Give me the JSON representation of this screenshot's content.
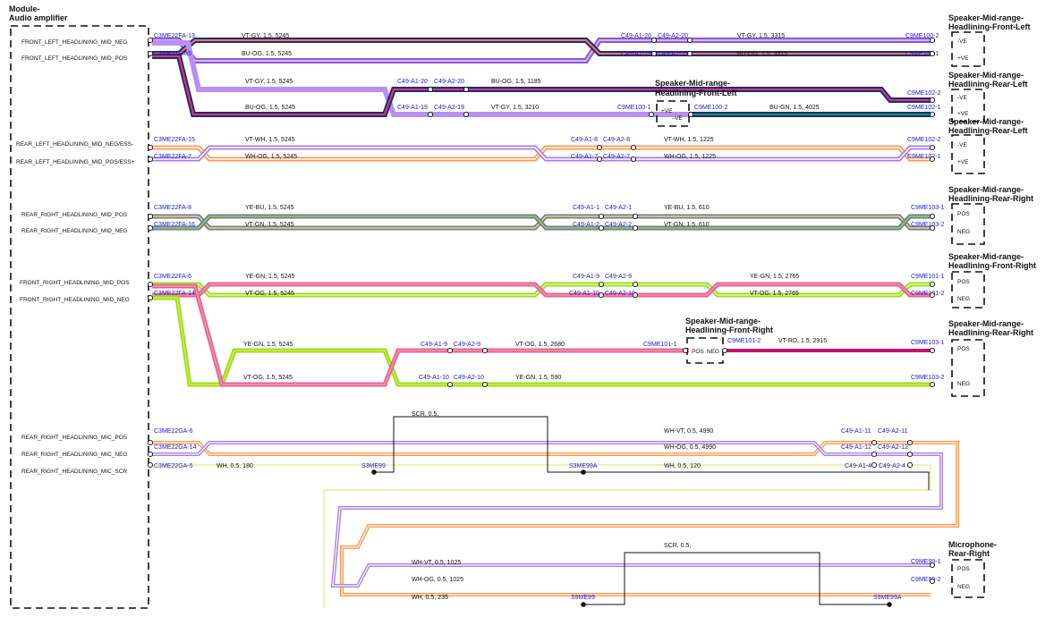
{
  "module": {
    "title_line1": "Module-",
    "title_line2": "Audio amplifier"
  },
  "module_pins": [
    "FRONT_LEFT_HEADLINING_MID_NEG",
    "FRONT_LEFT_HEADLINING_MID_POS",
    "REAR_LEFT_HEADLINING_MID_NEG/ESS-",
    "REAR_LEFT_HEADLINING_MID_POS/ESS+",
    "REAR_RIGHT_HEADLINING_MID_POS",
    "REAR_RIGHT_HEADLINING_MID_NEG",
    "FRONT_RIGHT_HEADLINING_MID_POS",
    "FRONT_RIGHT_HEADLINING_MID_NEG",
    "REAR_RIGHT_HEADLINING_MIC_POS",
    "REAR_RIGHT_HEADLINING_MIC_NEG",
    "REAR_RIGHT_HEADLINING_MIC_SCR"
  ],
  "devices": {
    "fl": {
      "line1": "Speaker-Mid-range-",
      "line2": "Headlining-Front-Left",
      "pins": [
        "-VE",
        "+VE"
      ]
    },
    "rl": {
      "line1": "Speaker-Mid-range-",
      "line2": "Headlining-Rear-Left",
      "pins": [
        "-VE",
        "+VE"
      ]
    },
    "rl2": {
      "line1": "Speaker-Mid-range-",
      "line2": "Headlining-Rear-Left",
      "pins": [
        "-VE",
        "+VE"
      ]
    },
    "fl_inline": {
      "line1": "Speaker-Mid-range-",
      "line2": "Headlining-Front-Left",
      "pins": [
        "+VE",
        "-VE"
      ]
    },
    "rr": {
      "line1": "Speaker-Mid-range-",
      "line2": "Headlining-Rear-Right",
      "pins": [
        "POS",
        "NEG"
      ]
    },
    "fr": {
      "line1": "Speaker-Mid-range-",
      "line2": "Headlining-Front-Right",
      "pins": [
        "POS",
        "NEG"
      ]
    },
    "fr_inline": {
      "line1": "Speaker-Mid-range-",
      "line2": "Headlining-Front-Right",
      "pins": [
        "POS",
        "NEG"
      ]
    },
    "rr2": {
      "line1": "Speaker-Mid-range-",
      "line2": "Headlining-Rear-Right",
      "pins": [
        "POS",
        "NEG"
      ]
    },
    "mic": {
      "line1": "Microphone-",
      "line2": "Rear-Right",
      "pins": [
        "POS",
        "NEG"
      ]
    }
  },
  "connectors": {
    "c1": "C3ME22FA-13",
    "c2": "C3ME22FA-5",
    "c3": "C49-A1-20",
    "c4": "C49-A2-20",
    "c5": "C49-A1-19",
    "c6": "C49-A2-19",
    "c7": "C9ME100-2",
    "c8": "C9ME100-1",
    "c9": "C49-A1-20",
    "c10": "C49-A2-20",
    "c11": "C49-A1-19",
    "c12": "C49-A2-19",
    "c13": "C9ME100-1",
    "c14": "C9ME100-2",
    "c15": "C9ME102-2",
    "c16": "C9ME102-1",
    "c17": "C3ME22FA-15",
    "c18": "C3ME22FA-7",
    "c19": "C49-A1-8",
    "c20": "C49-A2-8",
    "c21": "C49-A1-7",
    "c22": "C49-A2-7",
    "c23": "C9ME102-2",
    "c24": "C9ME102-1",
    "c25": "C3ME22FA-8",
    "c26": "C3ME22FA-16",
    "c27": "C49-A1-1",
    "c28": "C49-A2-1",
    "c29": "C49-A1-2",
    "c30": "C49-A2-2",
    "c31": "C9ME103-1",
    "c32": "C9ME103-2",
    "c33": "C3ME22FA-6",
    "c34": "C3ME22FA-14",
    "c35": "C49-A1-9",
    "c36": "C49-A2-9",
    "c37": "C49-A1-10",
    "c38": "C49-A2-10",
    "c39": "C9ME101-1",
    "c40": "C9ME101-2",
    "c41": "C49-A1-9",
    "c42": "C49-A2-9",
    "c43": "C49-A1-10",
    "c44": "C49-A2-10",
    "c45": "C9ME101-1",
    "c46": "C9ME101-2",
    "c47": "C9ME103-1",
    "c48": "C9ME103-2",
    "c49": "C3ME22GA-6",
    "c50": "C3ME22GA-14",
    "c51": "C3ME22GA-5",
    "c52": "S3ME99",
    "c53": "S3ME99A",
    "c54": "C49-A1-11",
    "c55": "C49-A2-11",
    "c56": "C49-A1-12",
    "c57": "C49-A2-12",
    "c58": "C49-A1-4",
    "c59": "C49-A2-4",
    "c60": "C9ME99-1",
    "c61": "C9ME99-2",
    "c62": "S9ME99",
    "c63": "S9ME99A"
  },
  "wires": {
    "w1": "VT-GY,  1.5,  5245",
    "w2": "BU-OG,  1.5,  5245",
    "w3": "VT-GY,  1.5,  3315",
    "w4": "BU-OG,  1.5,  3315",
    "w5": "VT-GY,  1.5,  5245",
    "w6": "BU-OG,  1.5,  5245",
    "w7": "BU-OG,  1.5,  1185",
    "w8": "VT-GY,  1.5,  3210",
    "w9": "BU-GN,  1.5,  4025",
    "w10": "VT-WH,  1.5,  5245",
    "w11": "WH-OG,  1.5,  5245",
    "w12": "VT-WH,  1.5,  1225",
    "w13": "WH-OG,  1.5,  1225",
    "w14": "YE-BU,  1.5,  5245",
    "w15": "VT-GN,  1.5,  5245",
    "w16": "YE-BU,  1.5,  610",
    "w17": "VT-GN,  1.5,  610",
    "w18": "YE-GN,  1.5,  5245",
    "w19": "VT-OG,  1.5,  5245",
    "w20": "YE-GN,  1.5,  2765",
    "w21": "VT-OG,  1.5,  2765",
    "w22": "YE-GN,  1.5,  5245",
    "w23": "VT-OG,  1.5,  5245",
    "w24": "VT-OG,  1.5,  2680",
    "w25": "YE-GN,  1.5,  590",
    "w26": "VT-RD,  1.5,  2915",
    "w27": "SCR,  0.5,",
    "w28": "WH-VT,  0.5,  4990",
    "w29": "WH-OG,  0.5,  4990",
    "w30": "WH,  0.5,  180",
    "w31": "WH,  0.5,  120",
    "w32": "SCR,  0.5,",
    "w33": "WH-VT,  0.5,  1025",
    "w34": "WH-OG,  0.5,  1025",
    "w35": "WH,  0.5,  235"
  },
  "colors": {
    "violet": "#a880e0",
    "violet_dark": "#5a2a90",
    "navy": "#1a2a8c",
    "orange": "#ff7f2a",
    "red": "#e8394a",
    "pink": "#e060b0",
    "lime": "#90e020",
    "yellow": "#f0e040",
    "gray": "#707aa8",
    "green": "#1a9a3a",
    "magenta": "#c8106e",
    "cream": "#ffffd0",
    "connector_text": "#1a1ad6"
  }
}
